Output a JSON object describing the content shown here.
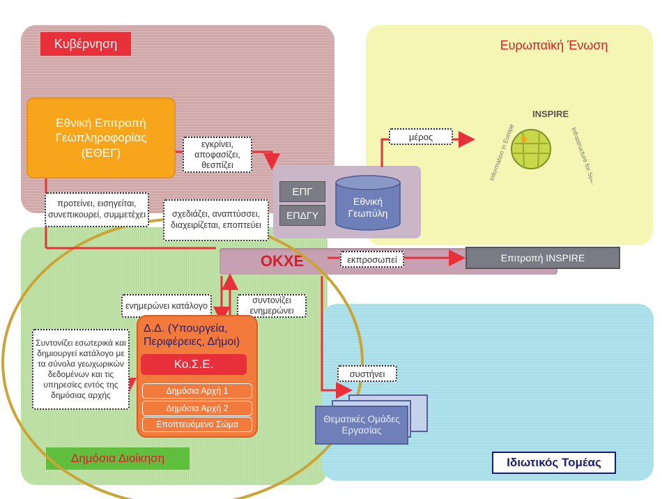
{
  "colors": {
    "government_region": "#cfa9a9",
    "eu_region": "#f6f6b4",
    "public_region": "#bfe3a7",
    "private_region": "#a9dde7",
    "okxe_bar": "#c7a0b1",
    "ethnikh_epitroph_box": "#f7a51a",
    "dd_box": "#f27a3c",
    "blue_cylinder": "#6f80b9",
    "grey_box": "#7b7b86",
    "tag_red": "#e8303a",
    "arrow_red": "#e8303a"
  },
  "regions": {
    "government_label": "Κυβέρνηση",
    "eu_label": "Ευρωπαϊκή Ένωση",
    "public_label": "Δημόσια Διοίκηση",
    "private_label": "Ιδιωτικός Τομέας"
  },
  "nodes": {
    "ethnikh_epitroph": "Εθνική Επιτροπή Γεωπληροφορίας (ΕΘΕΓ)",
    "egkrinei": "εγκρίνει, αποφασίζει, θεσπίζει",
    "proteinei": "προτείνει, εισηγείται, συνεπικουρεί, συμμετέχει",
    "sxediazei": "σχεδιάζει, αναπτύσσει, διαχειρίζεται, εποπτεύει",
    "epg": "ΕΠΓ",
    "epdgy": "ΕΠΔΓΥ",
    "ethnikh_geopyli": "Εθνική Γεωπύλη",
    "meros": "μέρος",
    "okxe": "ΟΚΧΕ",
    "ekprosopei": "εκπροσωπεί",
    "epitroph_inspire": "Επιτροπή INSPIRE",
    "enhmeronei_katalogo": "ενημερώνει κατάλογο",
    "syntonizei_enhmeronei": "συντονίζει ενημερώνει",
    "syntonizei_eswterika": "Συντονίζει εσωτερικά και δημιουργεί κατάλογο με τα σύνολα γεωχωρικών δεδομένων και τις υπηρεσίες εντός της δημόσιας αρχής",
    "dd": "Δ.Δ. (Υπουργεία, Περιφέρειες, Δήμοι)",
    "koseo": "Κο.Σ.Ε.",
    "dhmosia_arxh_1": "Δημόσια Αρχή 1",
    "dhmosia_arxh_2": "Δημόσια Αρχή 2",
    "epopteyomeno": "Εποπτευόμενο Σώμα",
    "systhnei": "συστήνει",
    "thematikes": "Θεματικές Ομάδες Εργασίας"
  },
  "logo": {
    "name": "inspire-logo",
    "text_top": "INSPIRE · Infrastructure for Spatial Information in Europe"
  }
}
